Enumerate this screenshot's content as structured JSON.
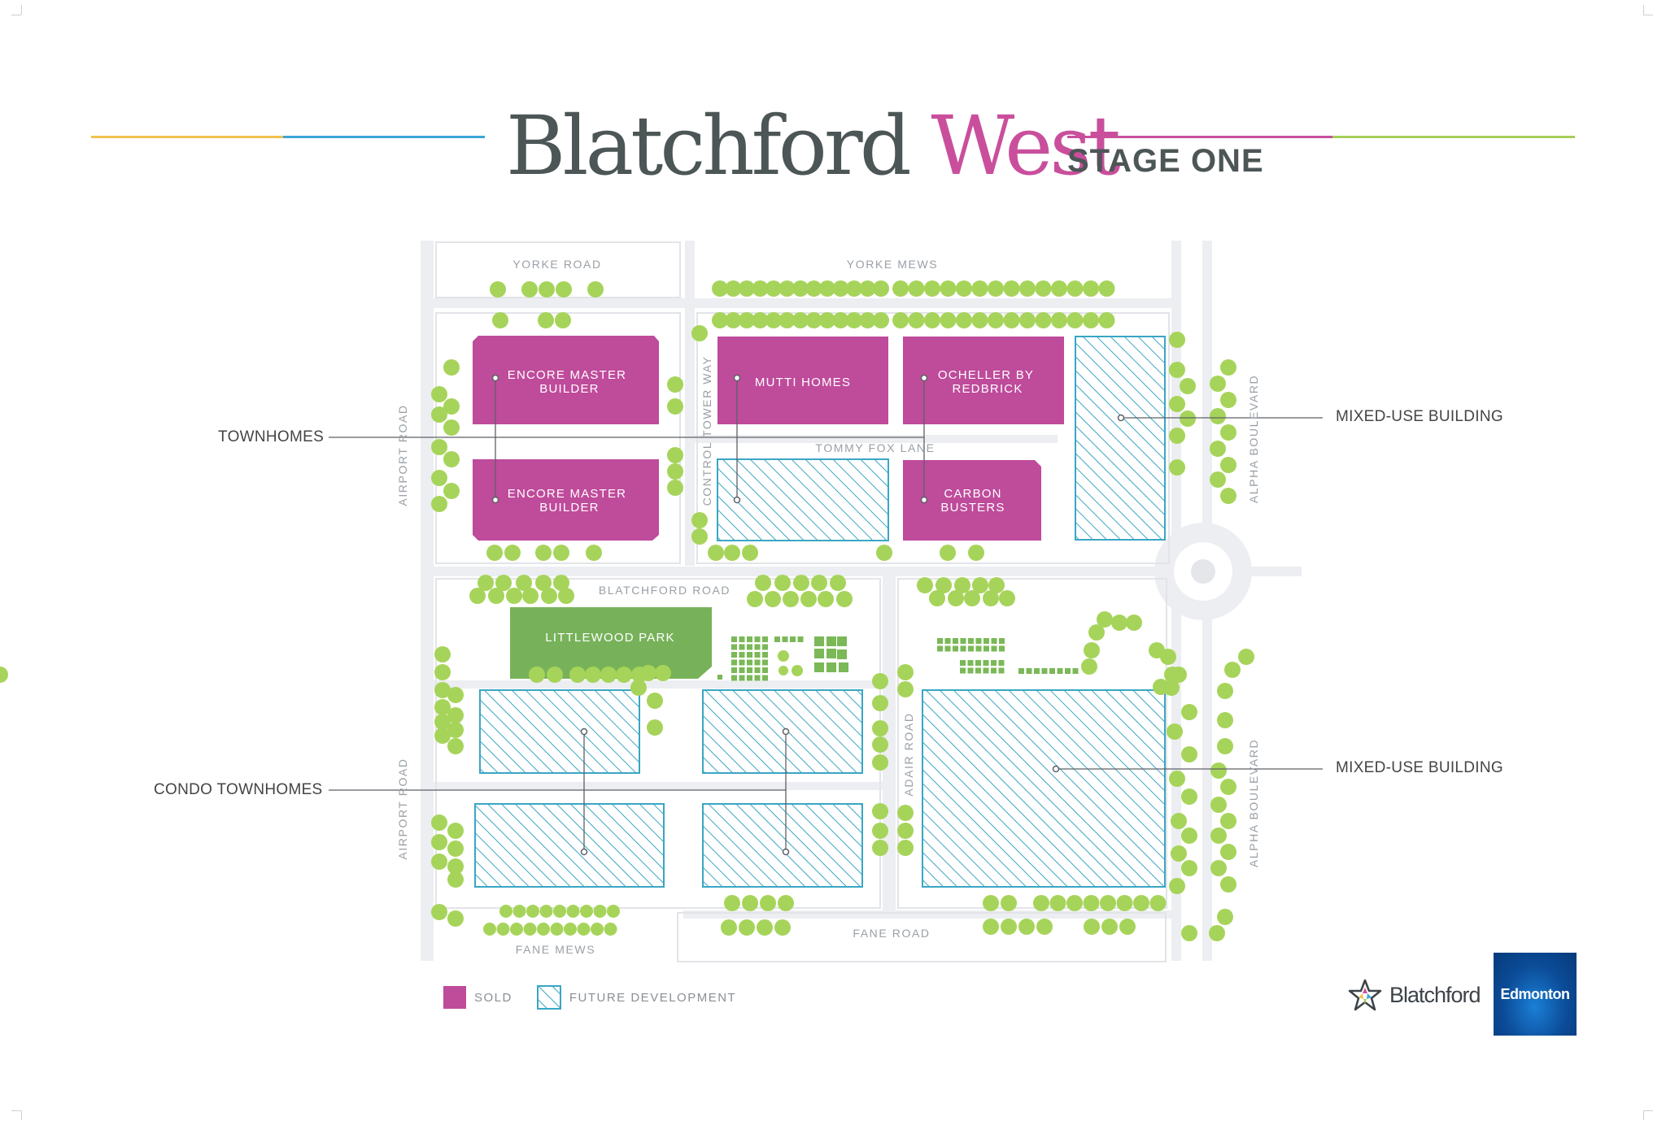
{
  "header": {
    "title_main": "Blatchford",
    "title_accent": "West",
    "subtitle": "STAGE ONE",
    "colors": {
      "title": "#4d5656",
      "accent": "#c94f9c",
      "line_yellow": "#f2c14e",
      "line_blue": "#3aa6d9",
      "line_pink": "#c94f9c",
      "line_green": "#a6ce5a"
    }
  },
  "streets": {
    "yorke_road": "YORKE ROAD",
    "yorke_mews": "YORKE MEWS",
    "tommy_fox_lane": "TOMMY FOX LANE",
    "blatchford_road": "BLATCHFORD ROAD",
    "fane_mews": "FANE MEWS",
    "fane_road": "FANE ROAD",
    "airport_road": "AIRPORT ROAD",
    "control_tower_way": "CONTROL TOWER WAY",
    "adair_road": "ADAIR ROAD",
    "alpha_boulevard": "ALPHA BOULEVARD"
  },
  "lots": {
    "encore_top": [
      "ENCORE MASTER",
      "BUILDER"
    ],
    "encore_bottom": [
      "ENCORE MASTER",
      "BUILDER"
    ],
    "mutti": [
      "MUTTI HOMES"
    ],
    "ocheller": [
      "OCHELLER BY",
      "REDBRICK"
    ],
    "carbon": [
      "CARBON",
      "BUSTERS"
    ],
    "park": [
      "LITTLEWOOD PARK"
    ]
  },
  "callouts": {
    "townhomes": "TOWNHOMES",
    "condo_townhomes": "CONDO TOWNHOMES",
    "mixed_use_top": "MIXED-USE BUILDING",
    "mixed_use_bottom": "MIXED-USE BUILDING"
  },
  "legend": {
    "sold": "SOLD",
    "future": "FUTURE DEVELOPMENT",
    "sold_color": "#bf4b9b",
    "future_color": "#3aa6c4"
  },
  "logos": {
    "blatchford": "Blatchford",
    "edmonton": "Edmonton"
  },
  "map_colors": {
    "road": "#e9eaee",
    "tree": "#a6d45a",
    "park": "#77b25a",
    "sold": "#bf4b9b",
    "hatch": "#3aa6c4",
    "leader": "#5c6166"
  }
}
